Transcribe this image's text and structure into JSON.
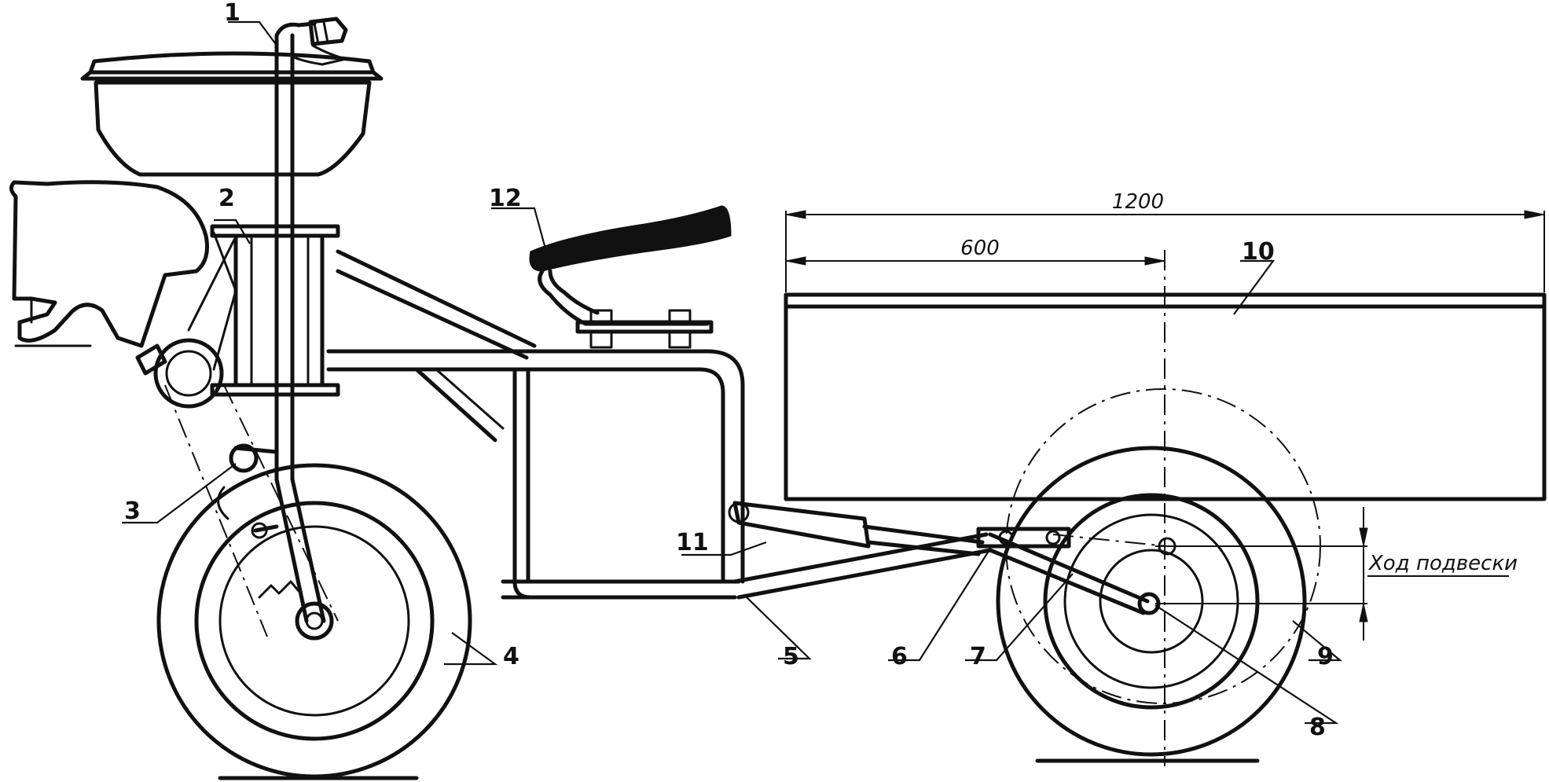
{
  "callouts": {
    "c1": "1",
    "c2": "2",
    "c3": "3",
    "c4": "4",
    "c5": "5",
    "c6": "6",
    "c7": "7",
    "c8": "8",
    "c9": "9",
    "c10": "10",
    "c11": "11",
    "c12": "12"
  },
  "dimensions": {
    "overall": "1200",
    "half": "600",
    "suspension_travel": "Ход подвески"
  }
}
